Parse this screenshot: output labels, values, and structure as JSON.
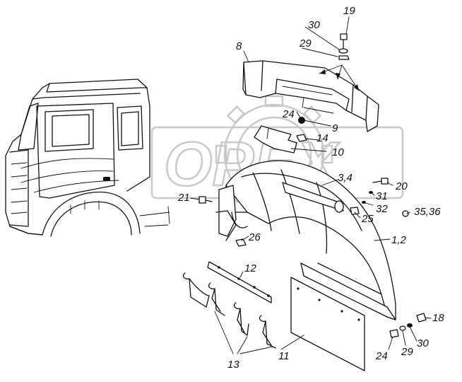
{
  "watermark": {
    "text": "OPEX"
  },
  "callouts": [
    {
      "id": "19",
      "text": "19"
    },
    {
      "id": "30-top",
      "text": "30"
    },
    {
      "id": "29-top",
      "text": "29"
    },
    {
      "id": "8",
      "text": "8"
    },
    {
      "id": "24-top",
      "text": "24"
    },
    {
      "id": "9",
      "text": "9"
    },
    {
      "id": "14",
      "text": "14"
    },
    {
      "id": "10",
      "text": "10"
    },
    {
      "id": "3-4",
      "text": "3,4"
    },
    {
      "id": "20",
      "text": "20"
    },
    {
      "id": "31",
      "text": "31"
    },
    {
      "id": "32",
      "text": "32"
    },
    {
      "id": "25",
      "text": "25"
    },
    {
      "id": "35-36",
      "text": "35,36"
    },
    {
      "id": "21",
      "text": "21"
    },
    {
      "id": "26",
      "text": "26"
    },
    {
      "id": "1-2",
      "text": "1,2"
    },
    {
      "id": "12",
      "text": "12"
    },
    {
      "id": "18",
      "text": "18"
    },
    {
      "id": "30-bottom",
      "text": "30"
    },
    {
      "id": "24-bottom",
      "text": "24"
    },
    {
      "id": "29-bottom",
      "text": "29"
    },
    {
      "id": "11",
      "text": "11"
    },
    {
      "id": "13",
      "text": "13"
    }
  ]
}
